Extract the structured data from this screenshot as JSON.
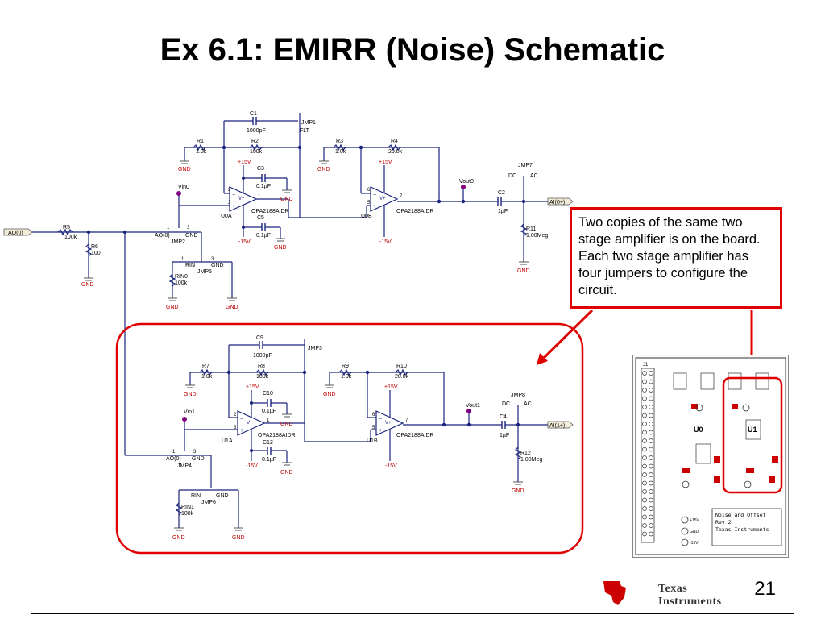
{
  "slide": {
    "title": "Ex 6.1: EMIRR (Noise) Schematic",
    "page_number": "21",
    "callout": "Two copies of the same two stage amplifier is on the board. Each two stage amplifier has four jumpers to configure the circuit.",
    "logo": {
      "line1": "Texas",
      "line2": "Instruments"
    }
  },
  "colors": {
    "wire": "#1a237e",
    "accent_red": "#e00000",
    "power_red": "#c00000",
    "probe_purple": "#800080"
  },
  "stage_top": {
    "c1": "C1",
    "c1_val": "1000pF",
    "jmp1": "JMP1",
    "flt": "FLT",
    "r1": "R1",
    "r1_val": "1.0k",
    "r2": "R2",
    "r2_val": "100k",
    "r3": "R3",
    "r3_val": "1.0k",
    "r4": "R4",
    "r4_val": "20.0k",
    "c3": "C3",
    "c3_val": "0.1µF",
    "c5": "C5",
    "c5_val": "0.1µF",
    "vin": "Vin0",
    "u_a": "U0A",
    "u_b": "U0B",
    "opamp": "OPA2188AIDR",
    "vout": "Vout0",
    "jmp7": "JMP7",
    "dc": "DC",
    "ac": "AC",
    "c2": "C2",
    "c2_val": "1µF",
    "r11": "R11",
    "r11_val": "1.00Meg",
    "ai_out": "AI(0+)",
    "ao_in": "AO(0)",
    "r5": "R5",
    "r5_val": "100k",
    "r6": "R6",
    "r6_val": "100",
    "ao_label": "AO(0)",
    "gnd": "GND",
    "jmp2": "JMP2",
    "rin": "RIN",
    "jmp5": "JMP5",
    "rin0": "RIN0",
    "rin0_val": "100k",
    "p15": "+15V",
    "n15": "-15V"
  },
  "stage_bottom": {
    "c9": "C9",
    "c9_val": "1000pF",
    "jmp3": "JMP3",
    "r7": "R7",
    "r7_val": "1.0k",
    "r8": "R8",
    "r8_val": "100k",
    "r9": "R9",
    "r9_val": "1.0k",
    "r10": "R10",
    "r10_val": "20.0k",
    "c10": "C10",
    "c10_val": "0.1µF",
    "c12": "C12",
    "c12_val": "0.1µF",
    "vin": "Vin1",
    "u_a": "U1A",
    "u_b": "U1B",
    "opamp": "OPA2188AIDR",
    "vout": "Vout1",
    "jmp8": "JMP8",
    "dc": "DC",
    "ac": "AC",
    "c4": "C4",
    "c4_val": "1µF",
    "r12": "R12",
    "r12_val": "1.00Meg",
    "ai_out": "AI(1+)",
    "ao_label": "AO(0)",
    "gnd": "GND",
    "jmp4": "JMP4",
    "rin": "RIN",
    "jmp6": "JMP6",
    "rin1": "RIN1",
    "rin1_val": "100k",
    "p15": "+15V",
    "n15": "-15V"
  },
  "board": {
    "j1": "J1",
    "u0": "U0",
    "u1": "U1",
    "name1": "Noise and Offset",
    "name2": "Rev 2",
    "name3": "Texas Instruments",
    "p15": "+15V",
    "gnd": "GND",
    "n15": "-15V"
  }
}
